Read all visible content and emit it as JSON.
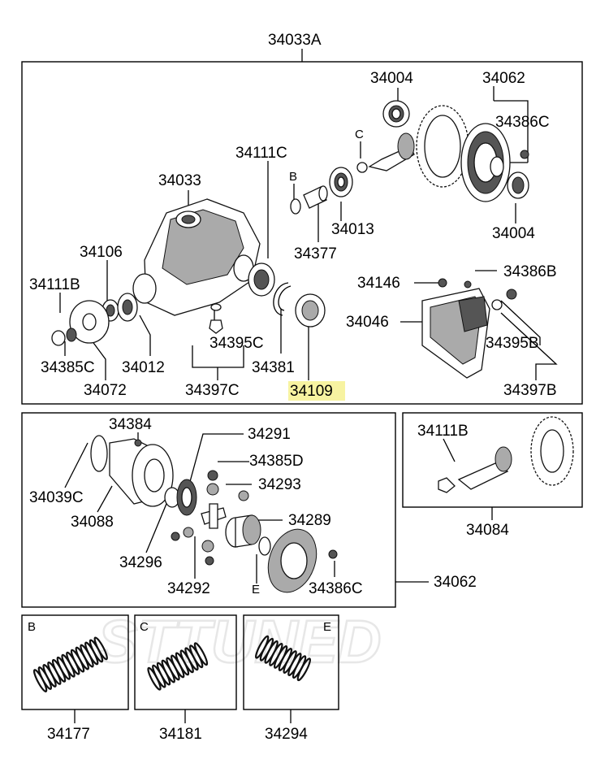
{
  "watermark": "STTUNED",
  "highlight_color": "#f7f3a1",
  "labels": {
    "l34033A": "34033A",
    "l34004a": "34004",
    "l34062a": "34062",
    "l34386Ca": "34386C",
    "lC1": "C",
    "l34111Ca": "34111C",
    "l34033": "34033",
    "lB1": "B",
    "l34013": "34013",
    "l34004b": "34004",
    "l34106": "34106",
    "l34377": "34377",
    "l34111Ba": "34111B",
    "l34146": "34146",
    "l34386B": "34386B",
    "l34046": "34046",
    "l34395C": "34395C",
    "l34395B": "34395B",
    "l34385C": "34385C",
    "l34012": "34012",
    "l34381": "34381",
    "l34072": "34072",
    "l34397C": "34397C",
    "l34109": "34109",
    "l34397B": "34397B",
    "l34384": "34384",
    "l34291": "34291",
    "l34111Bb": "34111B",
    "l34385D": "34385D",
    "l34293": "34293",
    "l34039C": "34039C",
    "l34088": "34088",
    "l34289": "34289",
    "l34084": "34084",
    "l34296": "34296",
    "l34292": "34292",
    "lE1": "E",
    "l34386Cb": "34386C",
    "l34062b": "34062",
    "lB2": "B",
    "lC2": "C",
    "lE2": "E",
    "l34177": "34177",
    "l34181": "34181",
    "l34294": "34294"
  }
}
